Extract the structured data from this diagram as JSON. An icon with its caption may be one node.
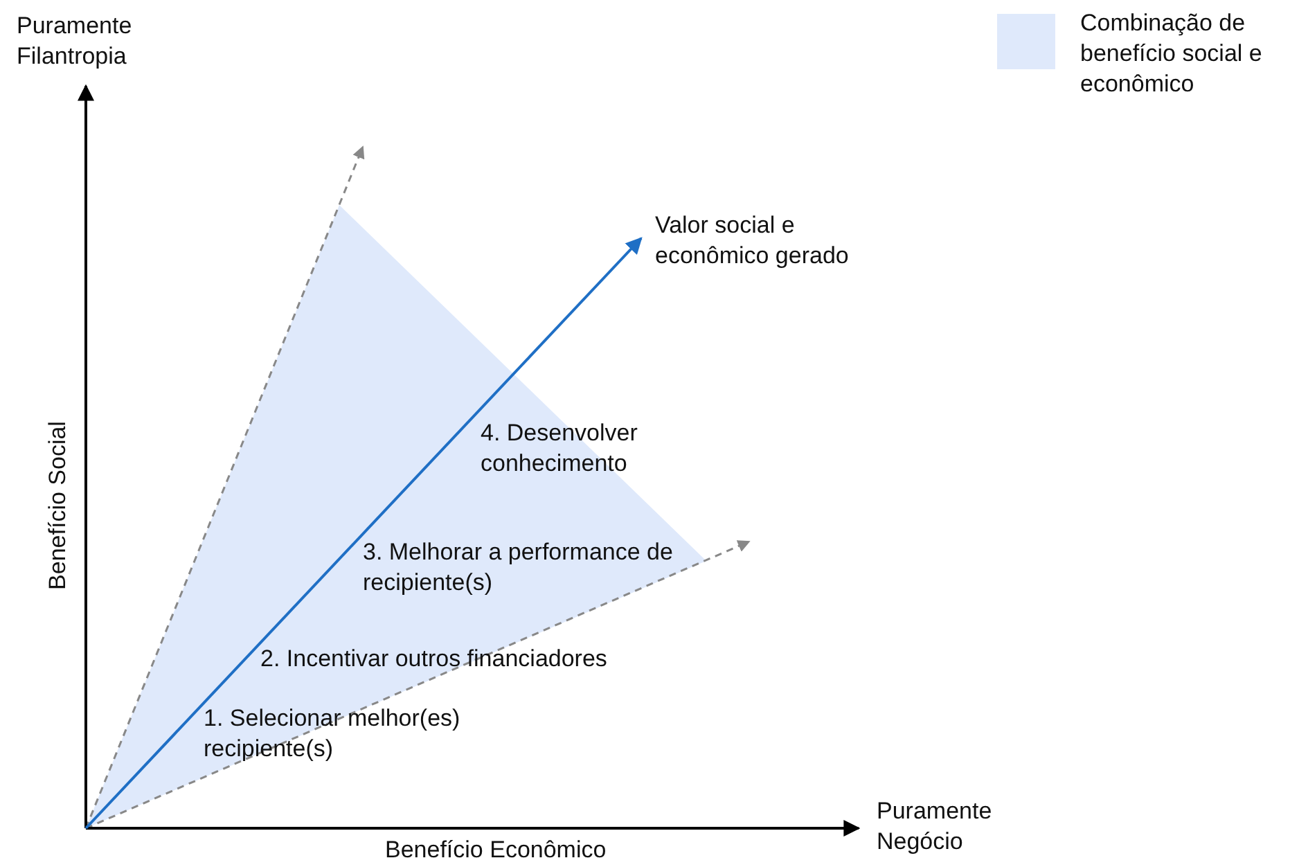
{
  "diagram": {
    "labels": [
      "Puramente Filantropia",
      "Valor social e econômico gerado",
      "4. Desenvolver conhecimento",
      "3. Melhorar a performance de recipiente(s)",
      "2. Incentivar outros financiadores",
      "1. Selecionar melhor(es) recipiente(s)",
      "Benefício Social",
      "Puramente Negócio",
      "Benefício Econômico"
    ],
    "legend": [
      {
        "text": "Combinação de benefício social e econômico",
        "color": "#dfe9fb"
      }
    ]
  }
}
